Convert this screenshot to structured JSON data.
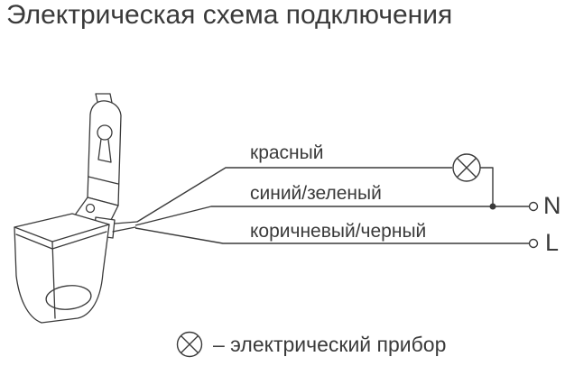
{
  "title": "Электрическая схема подключения",
  "device": {
    "name": "light-sensor-with-bracket",
    "parts": [
      "mounting-bracket",
      "keyhole-slot",
      "swivel-knob",
      "sensor-body",
      "lens"
    ]
  },
  "wires": [
    {
      "label": "красный",
      "connects_to": "lamp-icon"
    },
    {
      "label": "синий/зеленый",
      "connects_to": "terminal-n"
    },
    {
      "label": "коричневый/черный",
      "connects_to": "terminal-l"
    }
  ],
  "terminals": {
    "n": "N",
    "l": "L"
  },
  "legend": {
    "symbol": "lamp-icon",
    "text": "– электрический прибор"
  },
  "colors": {
    "line": "#3a3a3a",
    "text": "#3a3a3a",
    "background": "#ffffff"
  }
}
